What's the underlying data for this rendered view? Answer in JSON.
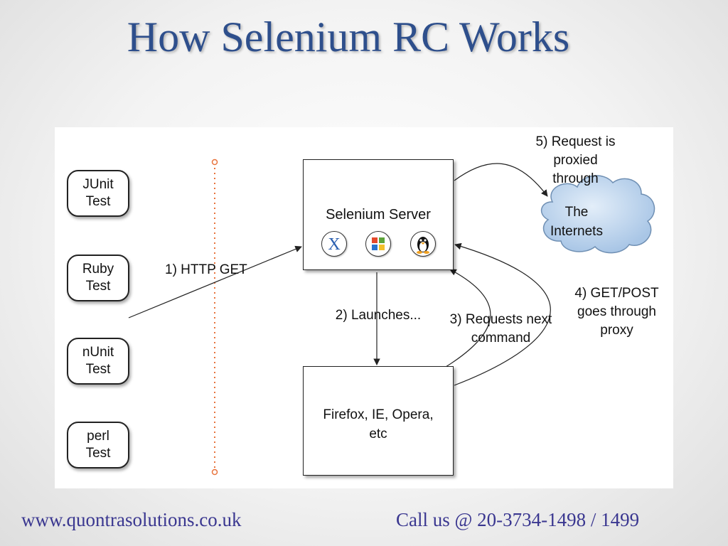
{
  "slide": {
    "title": "How Selenium RC Works"
  },
  "tests": [
    {
      "line1": "JUnit",
      "line2": "Test"
    },
    {
      "line1": "Ruby",
      "line2": "Test"
    },
    {
      "line1": "nUnit",
      "line2": "Test"
    },
    {
      "line1": "perl",
      "line2": "Test"
    }
  ],
  "server": {
    "label": "Selenium Server",
    "icons": [
      "x11-icon",
      "windows-icon",
      "linux-penguin-icon"
    ]
  },
  "browser": {
    "line1": "Firefox, IE, Opera,",
    "line2": "etc"
  },
  "cloud": {
    "line1": "The",
    "line2": "Internets"
  },
  "steps": {
    "step1": "1) HTTP GET",
    "step2": "2) Launches...",
    "step3_line1": "3) Requests next",
    "step3_line2": "command",
    "step4_line1": "4) GET/POST",
    "step4_line2": "goes through",
    "step4_line3": "proxy",
    "step5_line1": "5) Request is",
    "step5_line2": "proxied",
    "step5_line3": "through"
  },
  "footer": {
    "website": "www.quontrasolutions.co.uk",
    "phone": "Call us @ 20-3734-1498 / 1499"
  },
  "colors": {
    "title": "#2e4f8c",
    "footer": "#3a3790",
    "cloud": "#b9d2ec",
    "dotted_line": "#e8733c"
  }
}
